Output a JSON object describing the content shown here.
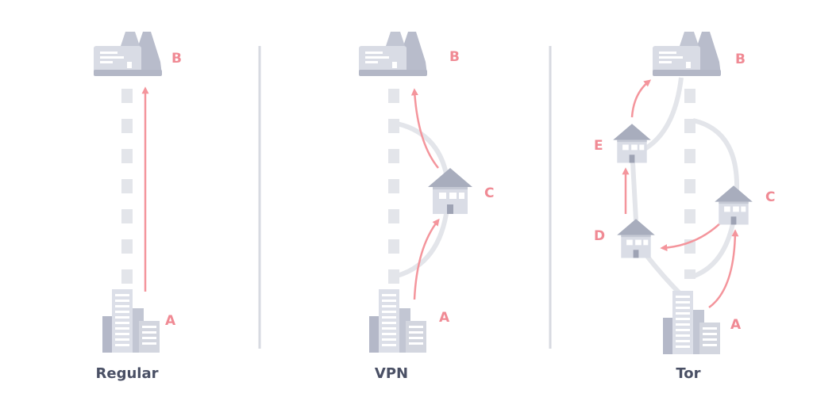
{
  "colors": {
    "arrow": "#f4959c",
    "label": "#f08a94",
    "path": "#e3e5ea",
    "divider": "#d7dae1",
    "title": "#4a5065",
    "building": "#c9ccd8",
    "building_dark": "#aeb2c2",
    "roof": "#a8adbd"
  },
  "icons": {
    "destination": "server-icon",
    "source": "office-building-icon",
    "relay": "house-icon"
  },
  "panels": [
    {
      "title": "Regular",
      "labels": {
        "B": "B",
        "A": "A"
      }
    },
    {
      "title": "VPN",
      "labels": {
        "B": "B",
        "C": "C",
        "A": "A"
      }
    },
    {
      "title": "Tor",
      "labels": {
        "B": "B",
        "E": "E",
        "C": "C",
        "D": "D",
        "A": "A"
      }
    }
  ]
}
